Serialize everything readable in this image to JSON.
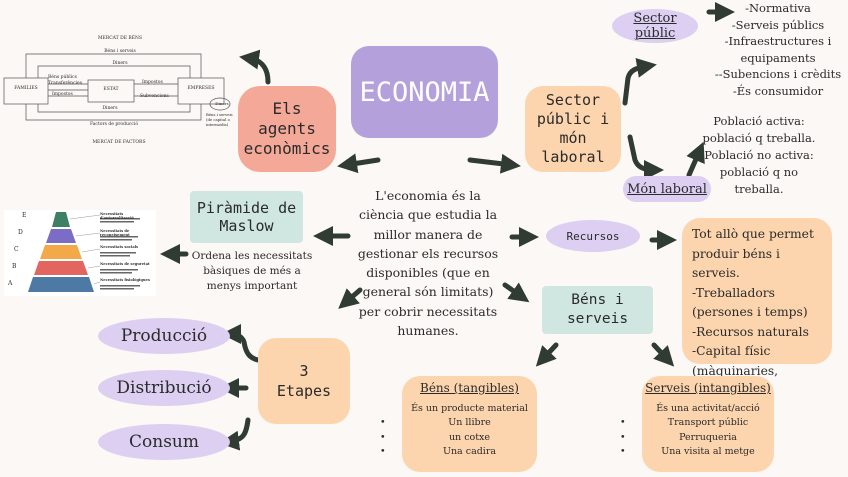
{
  "title": "ECONOMIA",
  "agents": "Els agents econòmics",
  "sector_box": "Sector públic i món laboral",
  "sector_public_pill": "Sector públic",
  "sector_public_list": [
    "-Normativa",
    "-Serveis públics",
    "-Infraestructures i equipaments",
    "--Subencions i crèdits",
    "-És consumidor"
  ],
  "mon_laboral_pill": "Món laboral",
  "poblacio": [
    "Població activa: població q treballa.",
    "Població no activa: població q no treballa."
  ],
  "definition": "L'economia és la ciència que estudia la millor manera de gestionar els recursos disponibles (que en general són limitats) per cobrir necessitats humanes.",
  "maslow_box": "Piràmide de Maslow",
  "maslow_desc": "Ordena les necessitats bàsiques de més a menys important",
  "recursos_pill": "Recursos",
  "recursos_desc": [
    "Tot allò que permet produir béns i serveis.",
    "-Treballadors (persones i temps)",
    "-Recursos naturals",
    "-Capital físic (màquinaries, eines...)"
  ],
  "bens_serveis_box": "Béns i serveis",
  "etapes_box": "3 Etapes",
  "etapes": [
    "Producció",
    "Distribució",
    "Consum"
  ],
  "bens": {
    "title": "Béns (tangibles)",
    "subtitle": "És un producte material",
    "items": [
      "Un llibre",
      "un cotxe",
      "Una cadira"
    ]
  },
  "serveis": {
    "title": "Serveis (intangibles)",
    "subtitle": "És una activitat/acció",
    "items": [
      "Transport públic",
      "Perruqueria",
      "Una visita al metge"
    ]
  },
  "circular_flow": {
    "top_title": "MERCAT DE BÉNS",
    "top_label": "Béns i serveis",
    "diners_top": "Diners",
    "families": "FAMILIES",
    "estat": "ESTAT",
    "empreses": "EMPRESES",
    "bens_publics": "Béns públics",
    "transferencies": "Transferències",
    "impostos_left": "Impostos",
    "impostos_right": "Impostos",
    "subvencions": "Subvencions",
    "diners_bottom": "Diners",
    "factors": "Factors de producció",
    "bottom_title": "MERCAT DE FACTORS",
    "diners_small": "Diners",
    "note": "Béns i serveis (de capital o intermedis)"
  },
  "maslow_pyramid_labels": [
    "Necessitats d'autorealització",
    "Necessitats de reconeixement",
    "Necessitats socials",
    "Necessitats de seguretat",
    "Necessitats fisiològiques"
  ],
  "maslow_letters": [
    "E",
    "D",
    "C",
    "B",
    "A"
  ],
  "colors": {
    "purple": "#b4a1dc",
    "salmon": "#f4a898",
    "peach": "#fcd4ad",
    "mint": "#cfe7e0",
    "lilac": "#dccff2",
    "arrow": "#2f3b33"
  }
}
